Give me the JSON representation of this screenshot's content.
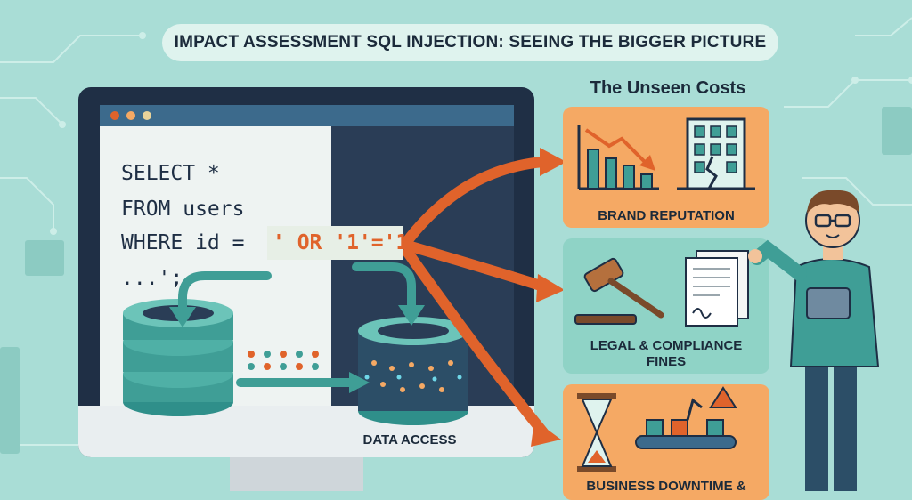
{
  "title": "IMPACT ASSESSMENT SQL INJECTION: SEEING THE BIGGER PICTURE",
  "code": {
    "line1": "SELECT *",
    "line2": "FROM users",
    "line3": "WHERE id =",
    "injection": "' OR '1'='1",
    "line4": "...';"
  },
  "data_access_label": "DATA ACCESS",
  "costs": {
    "title": "The Unseen Costs",
    "cards": [
      {
        "label": "BRAND REPUTATION"
      },
      {
        "label_line1": "LEGAL & COMPLIANCE",
        "label_line2": "FINES"
      },
      {
        "label": "BUSINESS DOWNTIME &"
      }
    ]
  },
  "colors": {
    "background": "#a9ddd6",
    "orange_card": "#f5a964",
    "teal_card": "#8fd3c6",
    "arrow_orange": "#e0632b",
    "arrow_teal": "#3f9e96"
  }
}
